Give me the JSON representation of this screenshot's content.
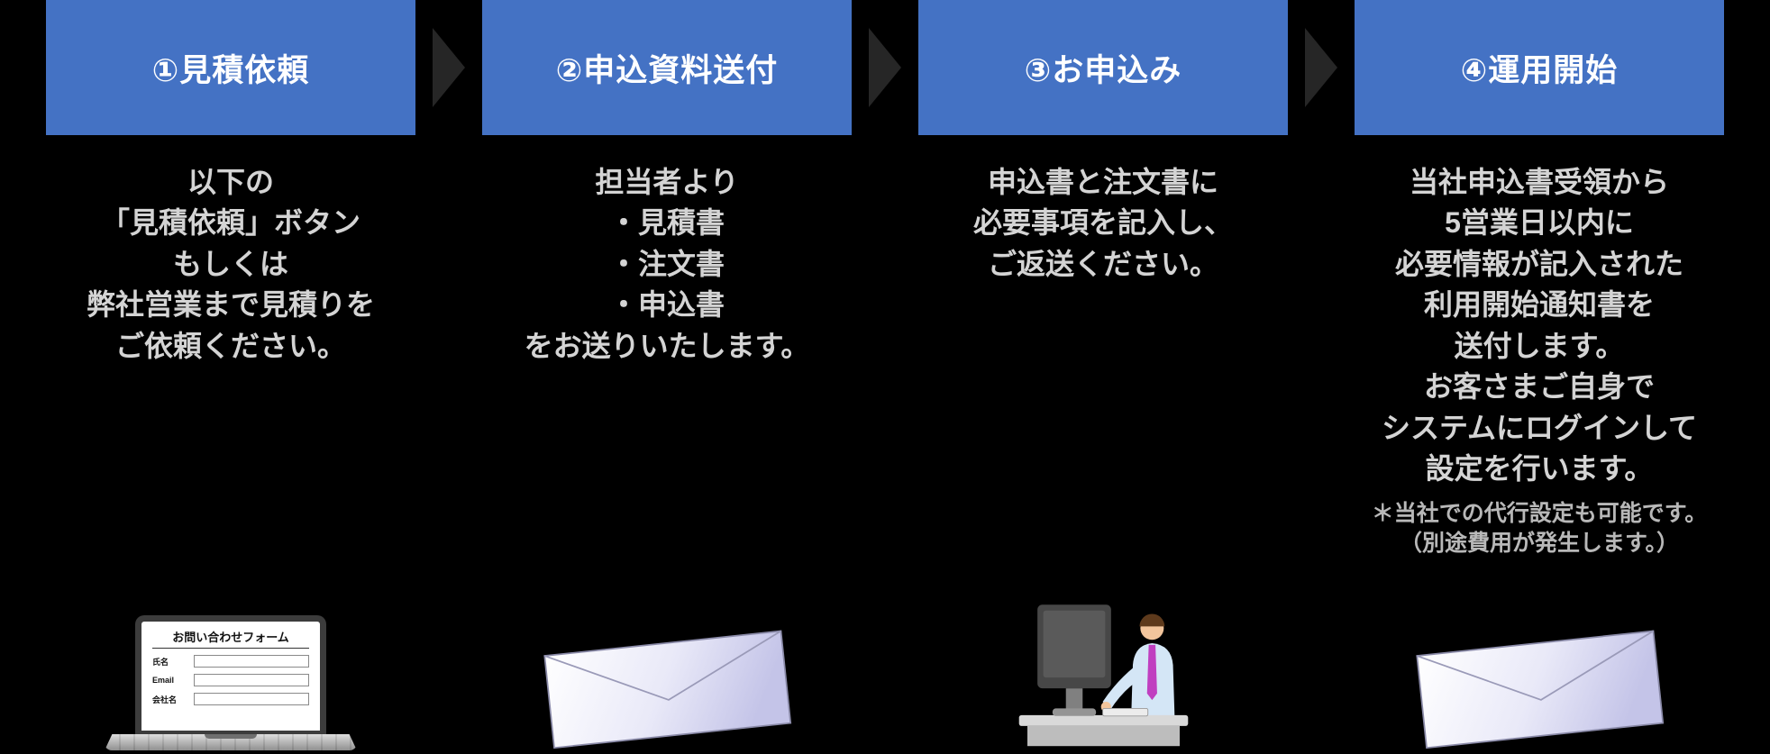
{
  "colors": {
    "background": "#000000",
    "header_blue": "#4472C4",
    "header_text": "#FFFFFF",
    "body_text": "#D4D4D4",
    "note_text": "#B8B8B8",
    "arrow": "#262626"
  },
  "steps": [
    {
      "title": "①見積依頼",
      "body": "以下の\n「見積依頼」ボタン\nもしくは\n弊社営業まで見積りを\nご依頼ください。",
      "illustration": "laptop-contact-form"
    },
    {
      "title": "②申込資料送付",
      "body": "担当者より\n・見積書\n・注文書\n・申込書\nをお送りいたします。",
      "illustration": "envelope"
    },
    {
      "title": "③お申込み",
      "body": "申込書と注文書に\n必要事項を記入し、\nご返送ください。",
      "illustration": "person-at-desk"
    },
    {
      "title": "④運用開始",
      "body": "当社申込書受領から\n5営業日以内に\n必要情報が記入された\n利用開始通知書を\n送付します。\nお客さまご自身で\nシステムにログインして\n設定を行います。",
      "note": "＊当社での代行設定も可能です。\n（別途費用が発生します。）",
      "illustration": "envelope"
    }
  ],
  "laptop_form": {
    "title": "お問い合わせフォーム",
    "fields": [
      "氏名",
      "Email",
      "会社名"
    ]
  }
}
